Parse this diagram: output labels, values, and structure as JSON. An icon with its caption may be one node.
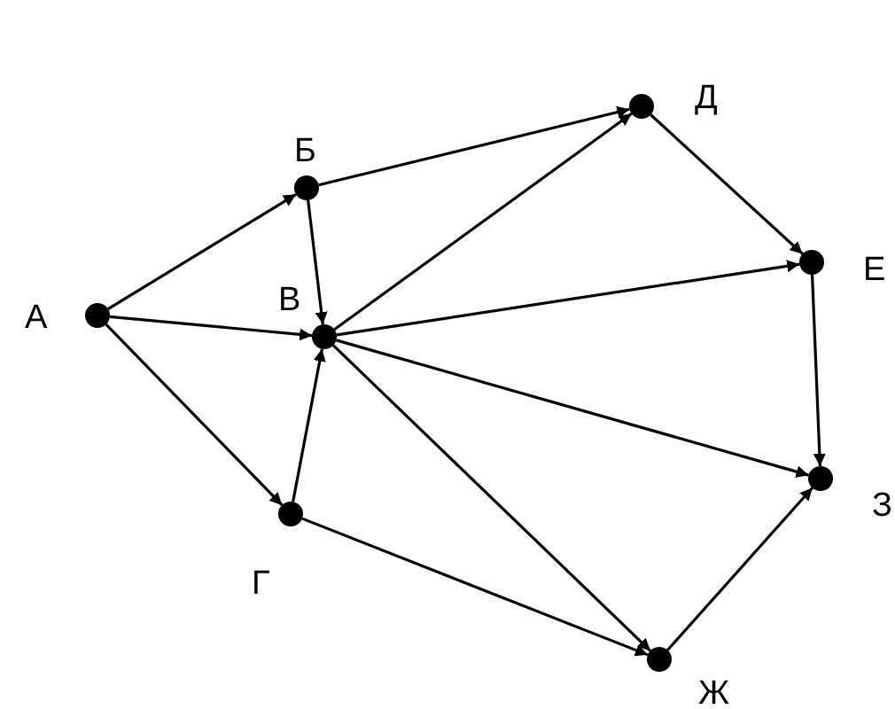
{
  "diagram": {
    "nodes": [
      {
        "text": [],
        "shape": "circle",
        "beside": [
          "А"
        ]
      },
      {
        "text": [],
        "shape": "circle",
        "beside": [
          "Б"
        ]
      },
      {
        "text": [],
        "shape": "circle",
        "beside": [
          "В"
        ]
      },
      {
        "text": [],
        "shape": "circle",
        "beside": [
          "Г"
        ]
      },
      {
        "text": [],
        "shape": "circle",
        "beside": [
          "Д"
        ]
      },
      {
        "text": [],
        "shape": "circle",
        "beside": [
          "Е"
        ]
      },
      {
        "text": [],
        "shape": "circle",
        "beside": [
          "З"
        ]
      },
      {
        "text": [],
        "shape": "circle",
        "beside": [
          "Ж"
        ]
      }
    ],
    "edges": [
      {
        "from": 0,
        "to": 1,
        "arrow": "to"
      },
      {
        "from": 0,
        "to": 2,
        "arrow": "to"
      },
      {
        "from": 0,
        "to": 3,
        "arrow": "to"
      },
      {
        "from": 1,
        "to": 4,
        "arrow": "to"
      },
      {
        "from": 1,
        "to": 2,
        "arrow": "to"
      },
      {
        "from": 3,
        "to": 2,
        "arrow": "to"
      },
      {
        "from": 3,
        "to": 7,
        "arrow": "to"
      },
      {
        "from": 2,
        "to": 4,
        "arrow": "to"
      },
      {
        "from": 2,
        "to": 5,
        "arrow": "to"
      },
      {
        "from": 2,
        "to": 6,
        "arrow": "to"
      },
      {
        "from": 2,
        "to": 7,
        "arrow": "to"
      },
      {
        "from": 4,
        "to": 5,
        "arrow": "to"
      },
      {
        "from": 5,
        "to": 6,
        "arrow": "to"
      },
      {
        "from": 7,
        "to": 6,
        "arrow": "to"
      }
    ]
  }
}
